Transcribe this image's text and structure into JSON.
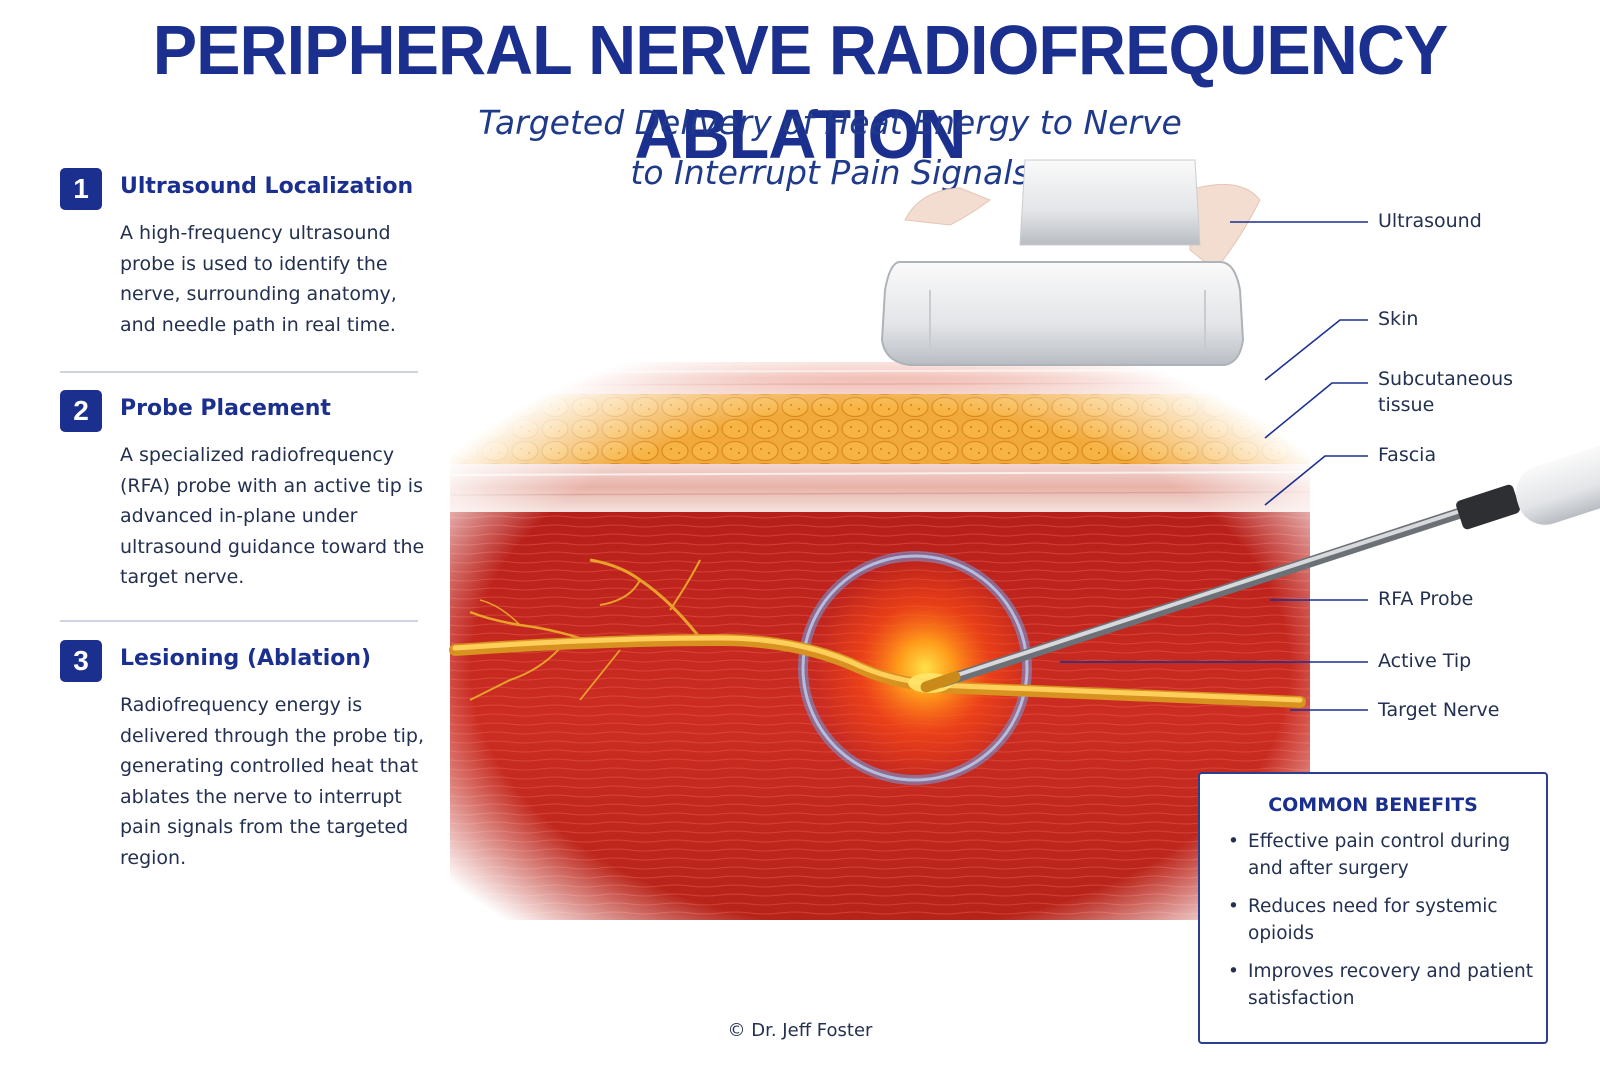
{
  "title": "PERIPHERAL NERVE RADIOFREQUENCY ABLATION",
  "subtitle": {
    "line1": "Targeted Delivery of Heat Energy to Nerve",
    "line2": "to Interrupt Pain Signals"
  },
  "steps": [
    {
      "number": "1",
      "title": "Ultrasound Localization",
      "text": "A high-frequency ultrasound probe is used to identify the nerve, surrounding anatomy, and needle path in real time."
    },
    {
      "number": "2",
      "title": "Probe Placement",
      "text": "A specialized radiofrequency (RFA) probe with an active tip is advanced in-plane under ultrasound guidance toward the target nerve."
    },
    {
      "number": "3",
      "title": "Lesioning (Ablation)",
      "text": "Radiofrequency energy is delivered through the probe tip, generating controlled heat that ablates the nerve to interrupt pain signals from the targeted region."
    }
  ],
  "callouts": {
    "ultrasound": "Ultrasound",
    "skin": "Skin",
    "subcutaneous_line1": "Subcutaneous",
    "subcutaneous_line2": "tissue",
    "fascia": "Fascia",
    "rfa_probe": "RFA Probe",
    "active_tip": "Active Tip",
    "target_nerve": "Target Nerve"
  },
  "benefits": {
    "title": "COMMON BENEFITS",
    "items": [
      "Effective pain control during and after surgery",
      "Reduces need for systemic opioids",
      "Improves recovery and patient satisfaction"
    ]
  },
  "credit": "© Dr. Jeff Foster",
  "colors": {
    "brand": "#1b2f8f",
    "muscle": "#c8281f",
    "fat": "#f2a93b",
    "nerve": "#f5b233",
    "heat_ring": "#5b8ad6"
  }
}
